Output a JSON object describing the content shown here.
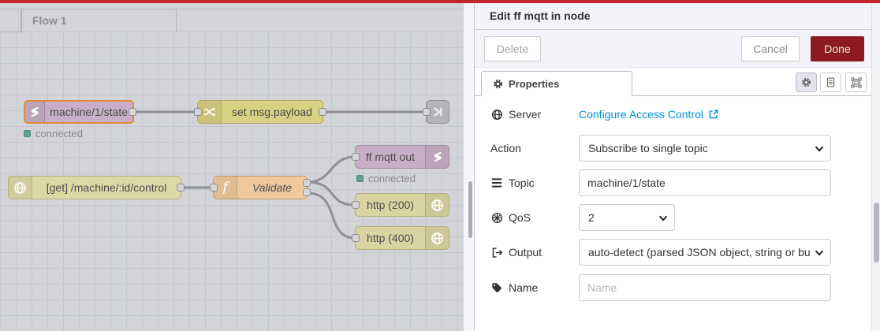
{
  "canvas": {
    "tab_label": "Flow 1",
    "nodes": {
      "mqtt_in": {
        "label": "machine/1/state",
        "status": "connected"
      },
      "change": {
        "label": "set msg.payload"
      },
      "http_in": {
        "label": "[get] /machine/:id/control"
      },
      "function": {
        "label": "Validate"
      },
      "mqtt_out": {
        "label": "ff mqtt out",
        "status": "connected"
      },
      "http_200": {
        "label": "http (200)"
      },
      "http_400": {
        "label": "http (400)"
      }
    }
  },
  "panel": {
    "title": "Edit ff mqtt in node",
    "actions": {
      "delete": "Delete",
      "cancel": "Cancel",
      "done": "Done"
    },
    "tab_label": "Properties",
    "fields": {
      "server": {
        "label": "Server",
        "link_text": "Configure Access Control"
      },
      "action": {
        "label": "Action",
        "value": "Subscribe to single topic"
      },
      "topic": {
        "label": "Topic",
        "value": "machine/1/state"
      },
      "qos": {
        "label": "QoS",
        "value": "2"
      },
      "output": {
        "label": "Output",
        "value": "auto-detect (parsed JSON object, string or buffer)"
      },
      "name": {
        "label": "Name",
        "placeholder": "Name"
      }
    }
  },
  "icons": {
    "server": "globe",
    "topic": "tasks-list",
    "qos": "spoked-circle",
    "output": "sign-out",
    "name": "tag",
    "properties_tab": "gear",
    "toolbar": [
      "gear",
      "file-text",
      "frame-select"
    ],
    "server_link": "external-link",
    "mqtt_node": "bridge",
    "change_node": "shuffle",
    "http_node": "globe",
    "function_node": "italic-f",
    "link_out_node": "arrow-right"
  },
  "colors": {
    "top_bar": "#c2272d",
    "done_button": "#8c1a1f",
    "link": "#0091d5",
    "status_dot": "#5fa38e",
    "selected_node_border": "#dd8c3c"
  }
}
